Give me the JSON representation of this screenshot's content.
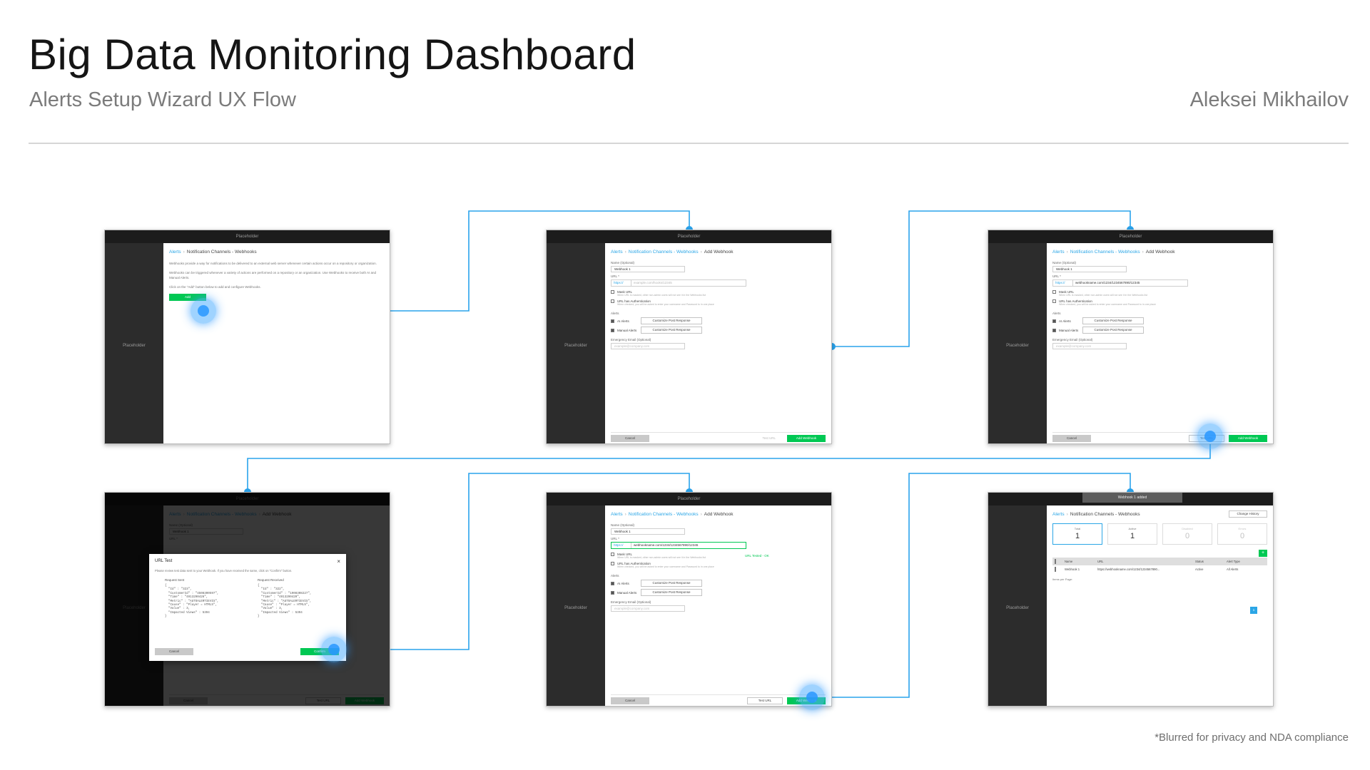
{
  "header": {
    "title": "Big Data Monitoring Dashboard",
    "subtitle": "Alerts Setup Wizard UX Flow",
    "author": "Aleksei Mikhailov"
  },
  "footnote": "*Blurred for privacy and NDA compliance",
  "common": {
    "top_bar": "Placeholder",
    "sidebar": "Placeholder",
    "crumb_alerts": "Alerts",
    "crumb_channels": "Notification Channels - Webhooks",
    "crumb_add": "Add Webhook",
    "name_label": "Name (Optional)",
    "name_value": "Webhook 1",
    "url_label": "URL *",
    "url_proto": "https://",
    "url_placeholder": "example.com/hooks/12345",
    "url_value": "webhookname.com/1234/1234567890/12345",
    "mask_url": "Mask URL",
    "mask_hint": "When URL is masked, other non-admin users will not see it in the Webhooks list",
    "url_auth": "URL has Authentication",
    "auth_hint": "When checked, you will be asked to enter your username and Password to in one place",
    "alerts_label": "Alerts",
    "ai_alerts": "AI Alerts",
    "manual_alerts": "Manual Alerts",
    "customize": "Customize Post Response",
    "email_label": "Emergency Email (Optional)",
    "email_placeholder": "example@company.com",
    "cancel": "Cancel",
    "test_url": "Test URL",
    "add_webhook": "Add Webhook"
  },
  "screen1": {
    "p1": "Webhooks provide a way for notifications to be delivered to an external web server whenever certain actions occur on a repository or organization.",
    "p2": "Webhooks can be triggered whenever a variety of actions are performed on a repository or an organization. Use Webhooks to receive both AI and Manual Alerts.",
    "p3": "Click on the \"Add\" button below to add and configure Webhooks.",
    "add_btn": "Add"
  },
  "screen4": {
    "modal_title": "URL Test",
    "modal_close": "×",
    "modal_text": "Please review test data sent to your Webhook. If you have received the same, click on \"Confirm\" button.",
    "request_sent": "Request Sent",
    "request_received": "Request Received",
    "sent_body": "{\n  \"Id\" : \"323\",\n  \"CustomerId\" : \"4508300597\",\n  \"Time\" : \"4913290426\",\n  \"Metric\" : \"AUTOALERTIEVIS\",\n  \"Cause\" : \"Player = HTML5\",\n  \"Value\" : 3,\n  \"Impacted Views\" : 5394\n}",
    "received_body": "{\n  \"Id\" : \"322\",\n  \"CustomerId\" : \"1908308227\",\n  \"Time\" : \"4913290420\",\n  \"Metric\" : \"AUTOALERTIEVIS\",\n  \"Cause\" : \"Player = HTML5\",\n  \"Value\" : 3,\n  \"Impacted Views\" : 5394\n}",
    "cancel": "Cancel",
    "confirm": "Confirm"
  },
  "screen5": {
    "url_ok": "URL Tested - OK"
  },
  "screen6": {
    "toast": "Webhook 1 added",
    "change_history": "Change History",
    "stats": [
      {
        "label": "Total",
        "value": "1"
      },
      {
        "label": "Active",
        "value": "1"
      },
      {
        "label": "Disabled",
        "value": "0"
      },
      {
        "label": "Errors",
        "value": "0"
      }
    ],
    "add_icon": "+",
    "columns": [
      "Name",
      "URL",
      "Status",
      "Alert Type"
    ],
    "row": {
      "name": "Webhook 1",
      "url": "https://webhookname.com/1234/1234567890...",
      "status": "Active",
      "type": "All Alerts"
    },
    "per_page": "Items per Page:",
    "page": "1"
  },
  "colors": {
    "connector": "#2aa3ec",
    "accent_green": "#00c853",
    "link_blue": "#2ba6e6"
  }
}
